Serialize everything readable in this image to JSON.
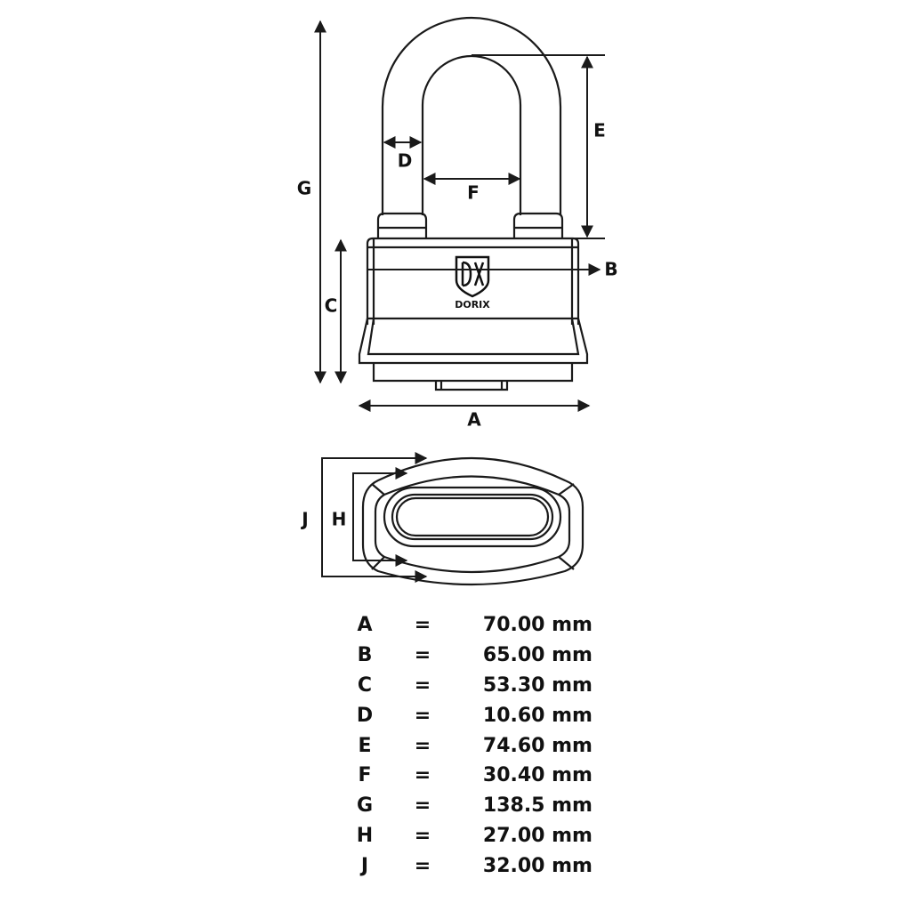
{
  "brand": {
    "name": "DORIX",
    "logo_letters": "DX"
  },
  "dimension_labels": {
    "A": "A",
    "B": "B",
    "C": "C",
    "D": "D",
    "E": "E",
    "F": "F",
    "G": "G",
    "H": "H",
    "J": "J"
  },
  "specs": [
    {
      "key": "A",
      "eq": "=",
      "value": "70.00 mm"
    },
    {
      "key": "B",
      "eq": "=",
      "value": "65.00 mm"
    },
    {
      "key": "C",
      "eq": "=",
      "value": "53.30 mm"
    },
    {
      "key": "D",
      "eq": "=",
      "value": "10.60 mm"
    },
    {
      "key": "E",
      "eq": "=",
      "value": "74.60 mm"
    },
    {
      "key": "F",
      "eq": "=",
      "value": "30.40 mm"
    },
    {
      "key": "G",
      "eq": "=",
      "value": "138.5 mm"
    },
    {
      "key": "H",
      "eq": "=",
      "value": "27.00 mm"
    },
    {
      "key": "J",
      "eq": "=",
      "value": "32.00 mm"
    }
  ]
}
